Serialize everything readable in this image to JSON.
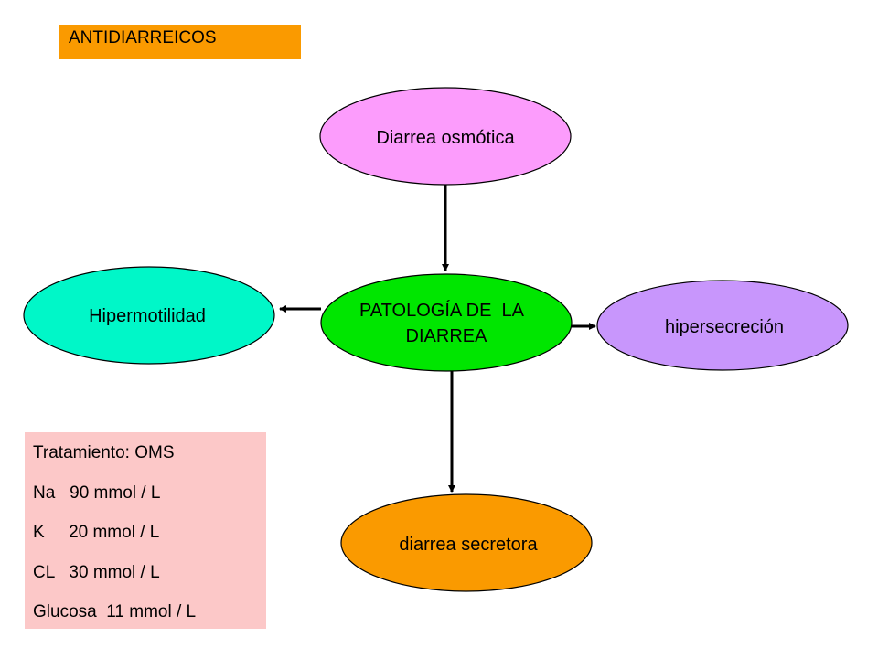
{
  "title": "ANTIDIARREICOS",
  "nodes": {
    "osmotica": {
      "label": "Diarrea osmótica",
      "color": "#fc9cfc"
    },
    "center": {
      "label_line1": "PATOLOGÍA DE  LA",
      "label_line2": "DIARREA",
      "color": "#00e600"
    },
    "hipermotilidad": {
      "label": "Hipermotilidad",
      "color": "#00f7c8"
    },
    "hipersecrecion": {
      "label": "hipersecreción",
      "color": "#c896fc"
    },
    "secretora": {
      "label": "diarrea secretora",
      "color": "#fa9a00"
    }
  },
  "treatment": {
    "lines": [
      "Tratamiento: OMS",
      "Na   90 mmol / L",
      "K     20 mmol / L",
      "CL   30 mmol / L",
      "Glucosa  11 mmol / L"
    ],
    "color": "#fcc8c8"
  }
}
